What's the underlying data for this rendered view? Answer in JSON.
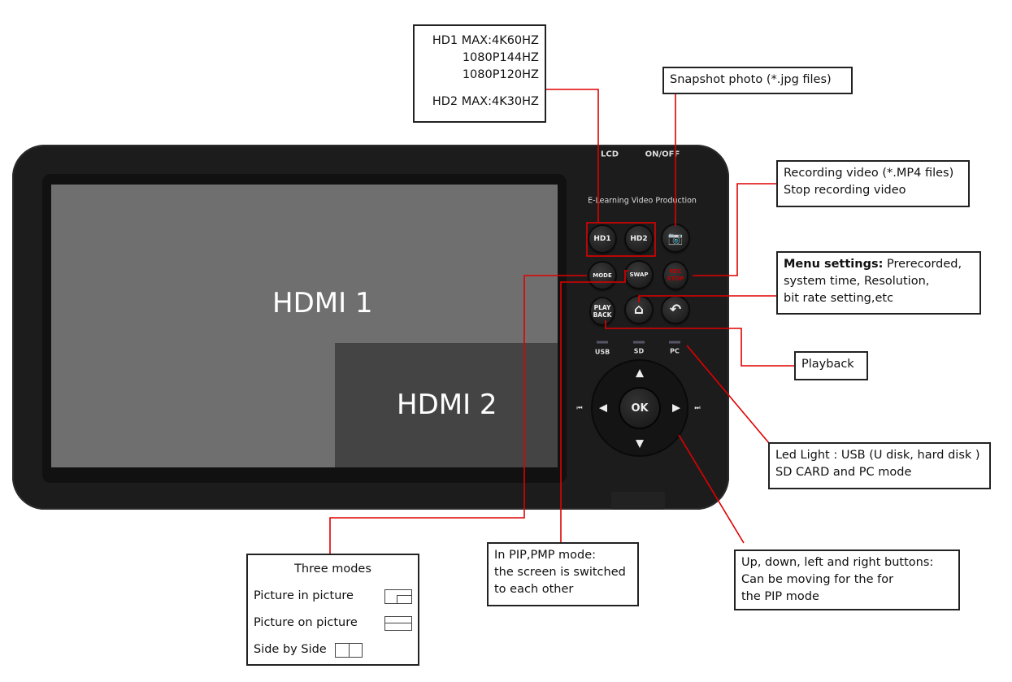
{
  "screen": {
    "main_label": "HDMI 1",
    "pip_label": "HDMI 2"
  },
  "device": {
    "top_labels": [
      "LCD",
      "ON/OFF"
    ],
    "brand": "E-Learning Video Production",
    "buttons": {
      "hd1": "HD1",
      "hd2": "HD2",
      "mode": "MODE",
      "swap": "SWAP",
      "rec": "REC STOP",
      "play": "PLAY BACK",
      "ok": "OK"
    },
    "leds": [
      "USB",
      "SD",
      "PC"
    ]
  },
  "callouts": {
    "hd": [
      "HD1 MAX:4K60HZ",
      "1080P144HZ",
      "1080P120HZ",
      "HD2 MAX:4K30HZ"
    ],
    "snapshot": "Snapshot photo (*.jpg files)",
    "record": [
      "Recording video (*.MP4 files)",
      "Stop recording video"
    ],
    "menu": {
      "bold": "Menu settings:",
      "text1": " Prerecorded,",
      "text2": "system time, Resolution,",
      "text3": "bit rate setting,etc"
    },
    "playback": "Playback",
    "led": [
      "Led Light : USB (U disk, hard disk )",
      "SD CARD and PC mode"
    ],
    "dpad": [
      "Up, down, left and right buttons:",
      "Can be moving for the for",
      "the PIP mode"
    ],
    "swap": [
      "In PIP,PMP mode:",
      "the screen is switched",
      "to each other"
    ],
    "modes": {
      "title": "Three modes",
      "items": [
        "Picture in picture",
        "Picture on picture",
        "Side by Side"
      ]
    }
  },
  "colors": {
    "callout_line": "#e00000",
    "screen": "#6f6f6f",
    "pip": "#444444"
  }
}
